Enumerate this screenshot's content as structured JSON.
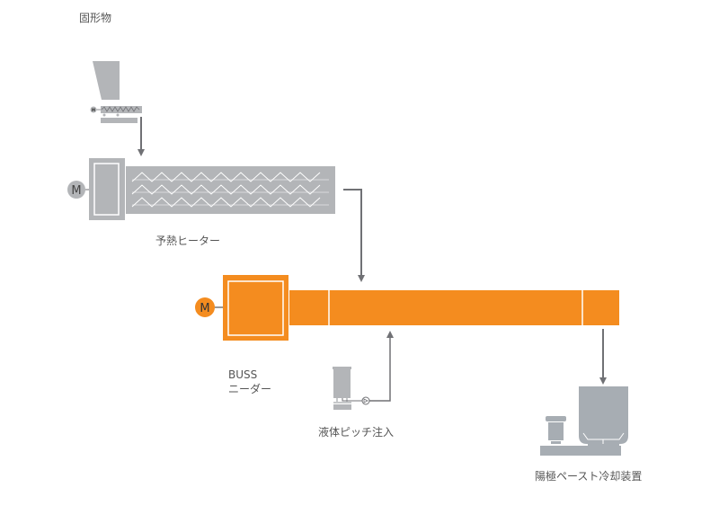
{
  "title": "BUSS Kneader anode paste process",
  "colors": {
    "equipment_gray": "#b3b5b8",
    "equipment_light": "#a7adb3",
    "flow_line": "#707175",
    "kneader_orange": "#f48c1f",
    "label_text": "#555555",
    "white": "#ffffff"
  },
  "labels": {
    "solids": "固形物",
    "preheater": "予熱ヒーター",
    "kneader_line1": "BUSS",
    "kneader_line2": "ニーダー",
    "liquid_pitch": "液体ピッチ注入",
    "cooler": "陽極ペースト冷却装置"
  },
  "motors": {
    "feeder_motor": "M",
    "preheater_motor": "M",
    "kneader_motor": "M"
  }
}
